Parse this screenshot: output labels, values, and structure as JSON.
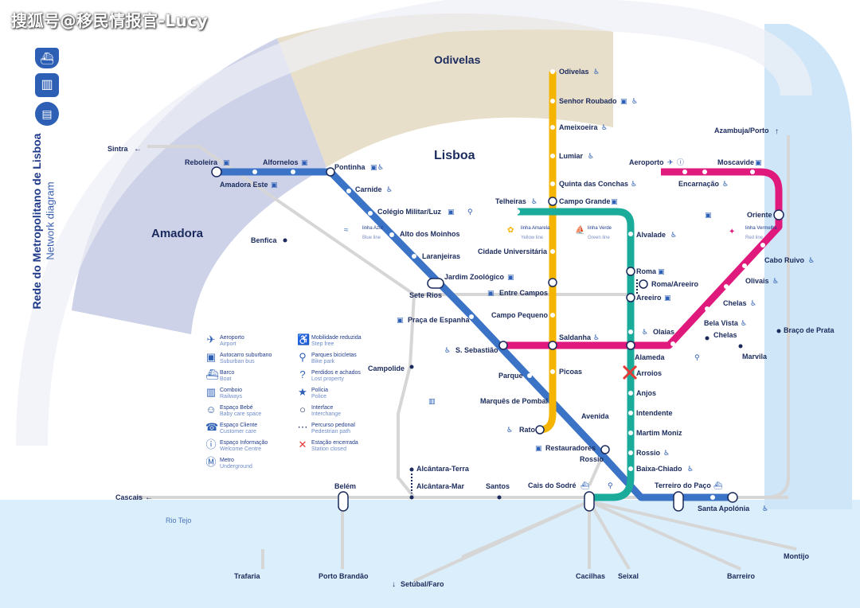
{
  "watermark": "搜狐号@移民情报官-Lucy",
  "header": {
    "title": "Rede do Metropolitano de Lisboa",
    "subtitle": "Network diagram"
  },
  "areas": {
    "odivelas": "Odivelas",
    "lisboa": "Lisboa",
    "amadora": "Amadora",
    "rio_tejo": "Rio Tejo"
  },
  "colors": {
    "blue_line": "#3b73c6",
    "yellow_line": "#f4b400",
    "green_line": "#1aab9b",
    "red_line": "#e0197d",
    "amadora_zone": "#c7cce4",
    "odivelas_zone": "#e7dcc6",
    "river": "#cfe6f8",
    "rail": "#d9d9d9"
  },
  "lines": {
    "azul": {
      "name": "linha Azul",
      "en": "Blue line"
    },
    "amarela": {
      "name": "linha Amarela",
      "en": "Yellow line"
    },
    "verde": {
      "name": "linha Verde",
      "en": "Green line"
    },
    "vermelha": {
      "name": "linha Vermelha",
      "en": "Red line"
    }
  },
  "stations": {
    "odivelas": "Odivelas",
    "senhor_roubado": "Senhor Roubado",
    "ameixoeira": "Ameixoeira",
    "lumiar": "Lumiar",
    "quinta_conchas": "Quinta das Conchas",
    "campo_grande": "Campo Grande",
    "telheiras": "Telheiras",
    "alvalade": "Alvalade",
    "cidade_universitaria": "Cidade Universitária",
    "roma": "Roma",
    "roma_areeiro": "Roma/Areeiro",
    "areeiro": "Areeiro",
    "entre_campos": "Entre Campos",
    "campo_pequeno": "Campo Pequeno",
    "saldanha": "Saldanha",
    "olaias": "Olaias",
    "alameda": "Alameda",
    "arroios": "Arroios",
    "picoas": "Picoas",
    "anjos": "Anjos",
    "intendente": "Intendente",
    "martim_moniz": "Martim Moniz",
    "rossio_green": "Rossio",
    "baixa_chiado": "Baixa-Chiado",
    "cais_sodre": "Cais do Sodré",
    "reboleira": "Reboleira",
    "amadora_este": "Amadora Este",
    "alfornelos": "Alfornelos",
    "pontinha": "Pontinha",
    "carnide": "Carnide",
    "colegio_militar": "Colégio Militar/Luz",
    "alto_moinhos": "Alto dos Moinhos",
    "laranjeiras": "Laranjeiras",
    "jardim_zoologico": "Jardim Zoológico",
    "sete_rios": "Sete Rios",
    "praca_espanha": "Praça de Espanha",
    "s_sebastiao": "S. Sebastião",
    "parque": "Parque",
    "marques_pombal": "Marquês de Pombal",
    "rato": "Rato",
    "avenida": "Avenida",
    "restauradores": "Restauradores",
    "rossio_rail": "Rossio",
    "terreiro_paco": "Terreiro do Paço",
    "santa_apolonia": "Santa Apolónia",
    "aeroporto": "Aeroporto",
    "encarnacao": "Encarnação",
    "moscavide": "Moscavide",
    "oriente": "Oriente",
    "cabo_ruivo": "Cabo Ruivo",
    "olivais": "Olivais",
    "chelas": "Chelas",
    "bela_vista": "Bela Vista",
    "chelas_rail": "Chelas",
    "marvila": "Marvila",
    "braco_prata": "Braço de Prata",
    "benfica": "Benfica",
    "campolide": "Campolide",
    "alcantara_terra": "Alcântara-Terra",
    "alcantara_mar": "Alcântara-Mar",
    "santos": "Santos",
    "belem": "Belém",
    "sintra": "Sintra",
    "cascais": "Cascais",
    "azambuja_porto": "Azambuja/Porto",
    "trafaria": "Trafaria",
    "porto_brandao": "Porto Brandão",
    "setubal_faro": "Setúbal/Faro",
    "cacilhas": "Cacilhas",
    "seixal": "Seixal",
    "barreiro": "Barreiro",
    "montijo": "Montijo"
  },
  "legend": [
    {
      "icon": "airplane-icon",
      "pt": "Aeroporto",
      "en": "Airport"
    },
    {
      "icon": "bus-icon",
      "pt": "Autocarro suburbano",
      "en": "Suburban bus"
    },
    {
      "icon": "boat-icon",
      "pt": "Barco",
      "en": "Boat"
    },
    {
      "icon": "train-icon",
      "pt": "Comboio",
      "en": "Railways"
    },
    {
      "icon": "baby-icon",
      "pt": "Espaço Bebé",
      "en": "Baby care space"
    },
    {
      "icon": "customer-care-icon",
      "pt": "Espaço Cliente",
      "en": "Customer care"
    },
    {
      "icon": "info-icon",
      "pt": "Espaço Informação",
      "en": "Welcome Centre"
    },
    {
      "icon": "metro-icon",
      "pt": "Metro",
      "en": "Underground"
    },
    {
      "icon": "wheelchair-icon",
      "pt": "Mobilidade reduzida",
      "en": "Step free"
    },
    {
      "icon": "bicycle-icon",
      "pt": "Parques bicicletas",
      "en": "Bike park"
    },
    {
      "icon": "lost-property-icon",
      "pt": "Perdidos e achados",
      "en": "Lost property"
    },
    {
      "icon": "police-icon",
      "pt": "Polícia",
      "en": "Police"
    },
    {
      "icon": "interchange-icon",
      "pt": "Interface",
      "en": "Interchange"
    },
    {
      "icon": "pedestrian-path-icon",
      "pt": "Percurso pedonal",
      "en": "Pedestrian path"
    },
    {
      "icon": "closed-station-icon",
      "pt": "Estação encerrada",
      "en": "Station closed"
    }
  ]
}
